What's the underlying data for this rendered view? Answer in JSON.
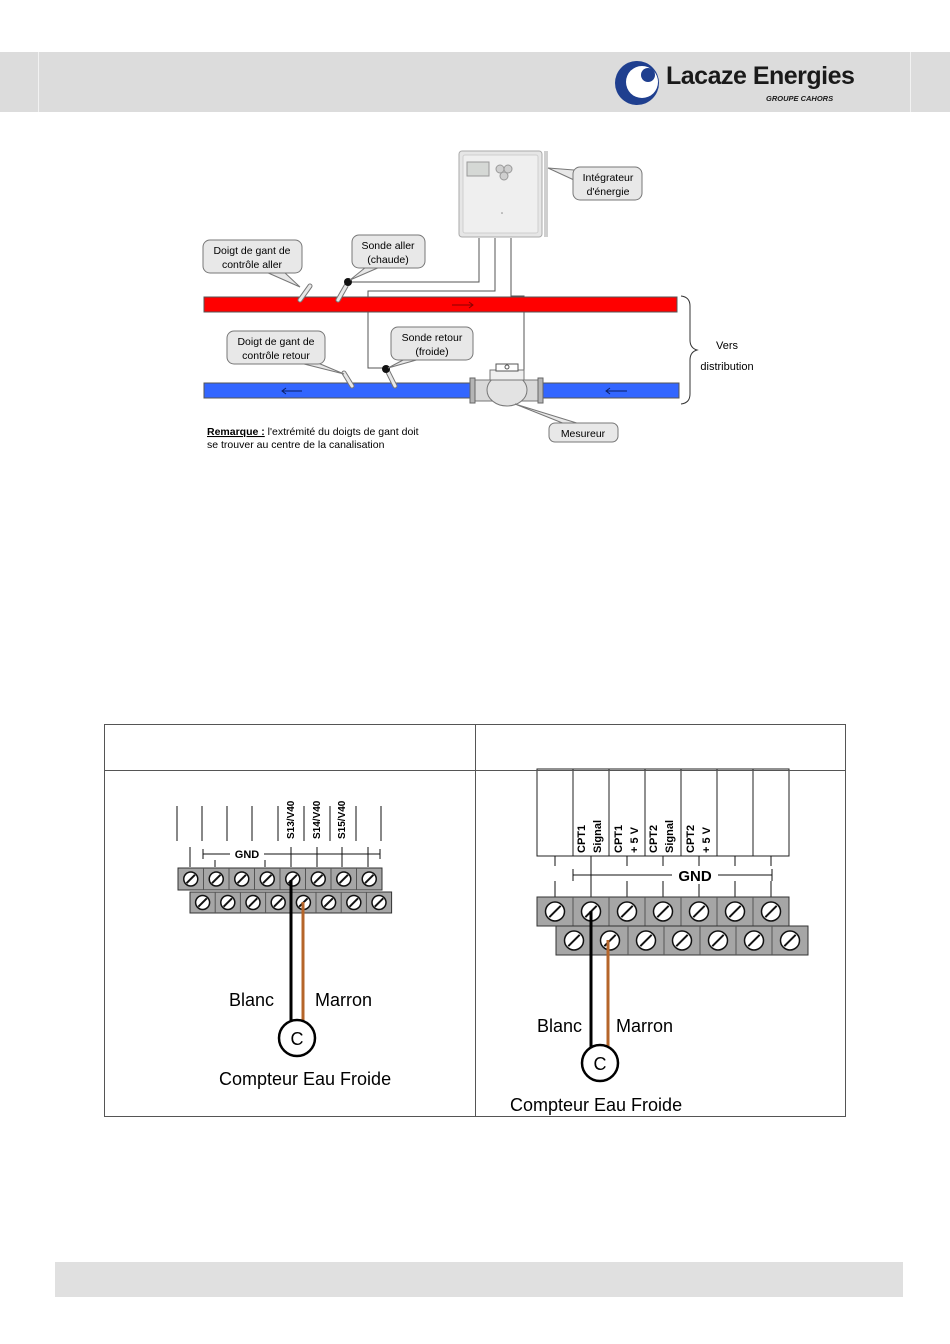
{
  "header": {
    "logo_text": "Lacaze Energies",
    "logo_subtext": "GROUPE CAHORS",
    "band_color": "#dcdcdc"
  },
  "installation_diagram": {
    "callouts": {
      "integrator": [
        "Intégrateur",
        "d'énergie"
      ],
      "glove_finger_supply": [
        "Doigt de gant de",
        "contrôle aller"
      ],
      "supply_probe": [
        "Sonde aller",
        "(chaude)"
      ],
      "glove_finger_return": [
        "Doigt de gant de",
        "contrôle retour"
      ],
      "return_probe": [
        "Sonde retour",
        "(froide)"
      ],
      "meter": "Mesureur"
    },
    "distribution_label": [
      "Vers",
      "distribution"
    ],
    "remark_label": "Remarque :",
    "remark_text_1": " l'extrémité du doigts de gant doit",
    "remark_text_2": "se trouver au centre de la canalisation",
    "colors": {
      "supply_pipe": "#ff0000",
      "return_pipe": "#3366ff"
    }
  },
  "wiring_left": {
    "gnd_label": "GND",
    "terminal_labels": [
      "S13/V40",
      "S14/V40",
      "S15/V40"
    ],
    "wire_white_label": "Blanc",
    "wire_brown_label": "Marron",
    "meter_symbol": "C",
    "meter_caption": "Compteur Eau Froide"
  },
  "wiring_right": {
    "gnd_label": "GND",
    "terminal_labels": [
      [
        "CPT1",
        "Signal"
      ],
      [
        "CPT1",
        "+ 5 V"
      ],
      [
        "CPT2",
        "Signal"
      ],
      [
        "CPT2",
        "+ 5 V"
      ]
    ],
    "wire_white_label": "Blanc",
    "wire_brown_label": "Marron",
    "meter_symbol": "C",
    "meter_caption": "Compteur Eau Froide",
    "colors": {
      "brown_wire": "#b5652a",
      "white_wire": "#000000"
    }
  }
}
